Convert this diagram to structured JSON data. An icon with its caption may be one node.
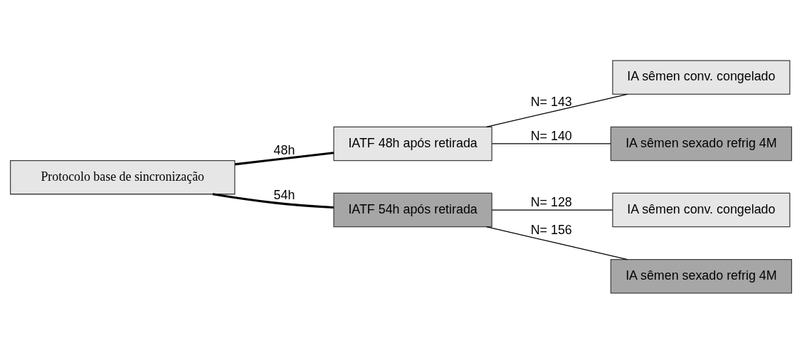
{
  "diagram": {
    "nodes": [
      {
        "text": [
          "Protocolo base de sincronização"
        ]
      },
      {
        "text": [
          "IATF 48h após retirada"
        ]
      },
      {
        "text": [
          "IATF 54h após retirada"
        ]
      },
      {
        "text": [
          "IA sêmen conv. congelado"
        ]
      },
      {
        "text": [
          "IA sêmen sexado refrig 4M"
        ]
      },
      {
        "text": [
          "IA sêmen conv. congelado"
        ]
      },
      {
        "text": [
          "IA sêmen sexado refrig 4M"
        ]
      }
    ],
    "edges": [
      {
        "from": 0,
        "to": 1,
        "arrow": "none",
        "label": "48h",
        "style": "thick"
      },
      {
        "from": 0,
        "to": 2,
        "arrow": "none",
        "label": "54h",
        "style": "thick"
      },
      {
        "from": 1,
        "to": 3,
        "arrow": "none",
        "label": "N= 143"
      },
      {
        "from": 1,
        "to": 4,
        "arrow": "none",
        "label": "N= 140"
      },
      {
        "from": 2,
        "to": 5,
        "arrow": "none",
        "label": "N= 128"
      },
      {
        "from": 2,
        "to": 6,
        "arrow": "none",
        "label": "N= 156"
      }
    ]
  }
}
